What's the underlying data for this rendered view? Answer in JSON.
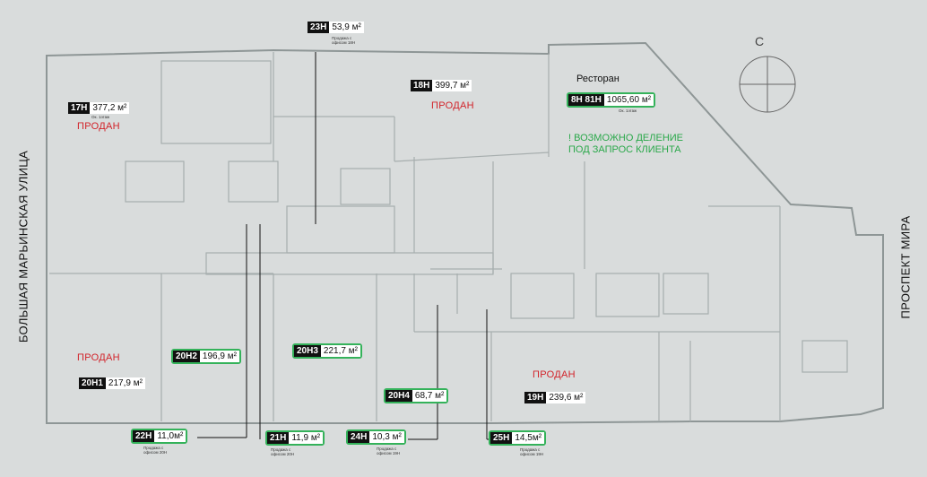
{
  "streets": {
    "left": "БОЛЬШАЯ МАРЬИНСКАЯ УЛИЦА",
    "right": "ПРОСПЕКТ МИРА"
  },
  "compass": {
    "label": "С"
  },
  "restaurant": "Ресторан",
  "division_note": [
    "! ВОЗМОЖНО ДЕЛЕНИЕ",
    "ПОД  ЗАПРОС КЛИЕНТА"
  ],
  "sold_label": "ПРОДАН",
  "premises": [
    {
      "id": "23h",
      "code": "23Н",
      "area": "53,9 м²",
      "note": "Продажа с офисом 18Н",
      "status": "available"
    },
    {
      "id": "18h",
      "code": "18Н",
      "area": "399,7 м²",
      "status": "sold"
    },
    {
      "id": "17h",
      "code": "17Н",
      "area": "377,2 м²",
      "note": "Ок. 1этаж",
      "status": "sold"
    },
    {
      "id": "8h81h",
      "code": "8Н 81Н",
      "area": "1065,60 м²",
      "note": "Ок. 1этаж",
      "status": "free"
    },
    {
      "id": "20h1",
      "code": "20Н1",
      "area": "217,9 м²",
      "status": "sold"
    },
    {
      "id": "20h2",
      "code": "20Н2",
      "area": "196,9 м²",
      "status": "free"
    },
    {
      "id": "20h3",
      "code": "20Н3",
      "area": "221,7 м²",
      "status": "free"
    },
    {
      "id": "20h4",
      "code": "20Н4",
      "area": "68,7 м²",
      "status": "free"
    },
    {
      "id": "19h",
      "code": "19Н",
      "area": "239,6 м²",
      "status": "sold"
    },
    {
      "id": "22h",
      "code": "22Н",
      "area": "11,0м²",
      "note": "Продажа с офисом 20Н",
      "status": "free"
    },
    {
      "id": "21h",
      "code": "21Н",
      "area": "11,9 м²",
      "note": "Продажа с офисом 20Н",
      "status": "free"
    },
    {
      "id": "24h",
      "code": "24Н",
      "area": "10,3 м²",
      "note": "Продажа с офисом 19Н",
      "status": "free"
    },
    {
      "id": "25h",
      "code": "25Н",
      "area": "14,5м²",
      "note": "Продажа с офисом 19Н",
      "status": "free"
    }
  ],
  "colors": {
    "background": "#d9dcdc",
    "wall": "#9ea5a5",
    "sold": "#d2232a",
    "free_border": "#34b25a",
    "note_green": "#2aa84a"
  }
}
